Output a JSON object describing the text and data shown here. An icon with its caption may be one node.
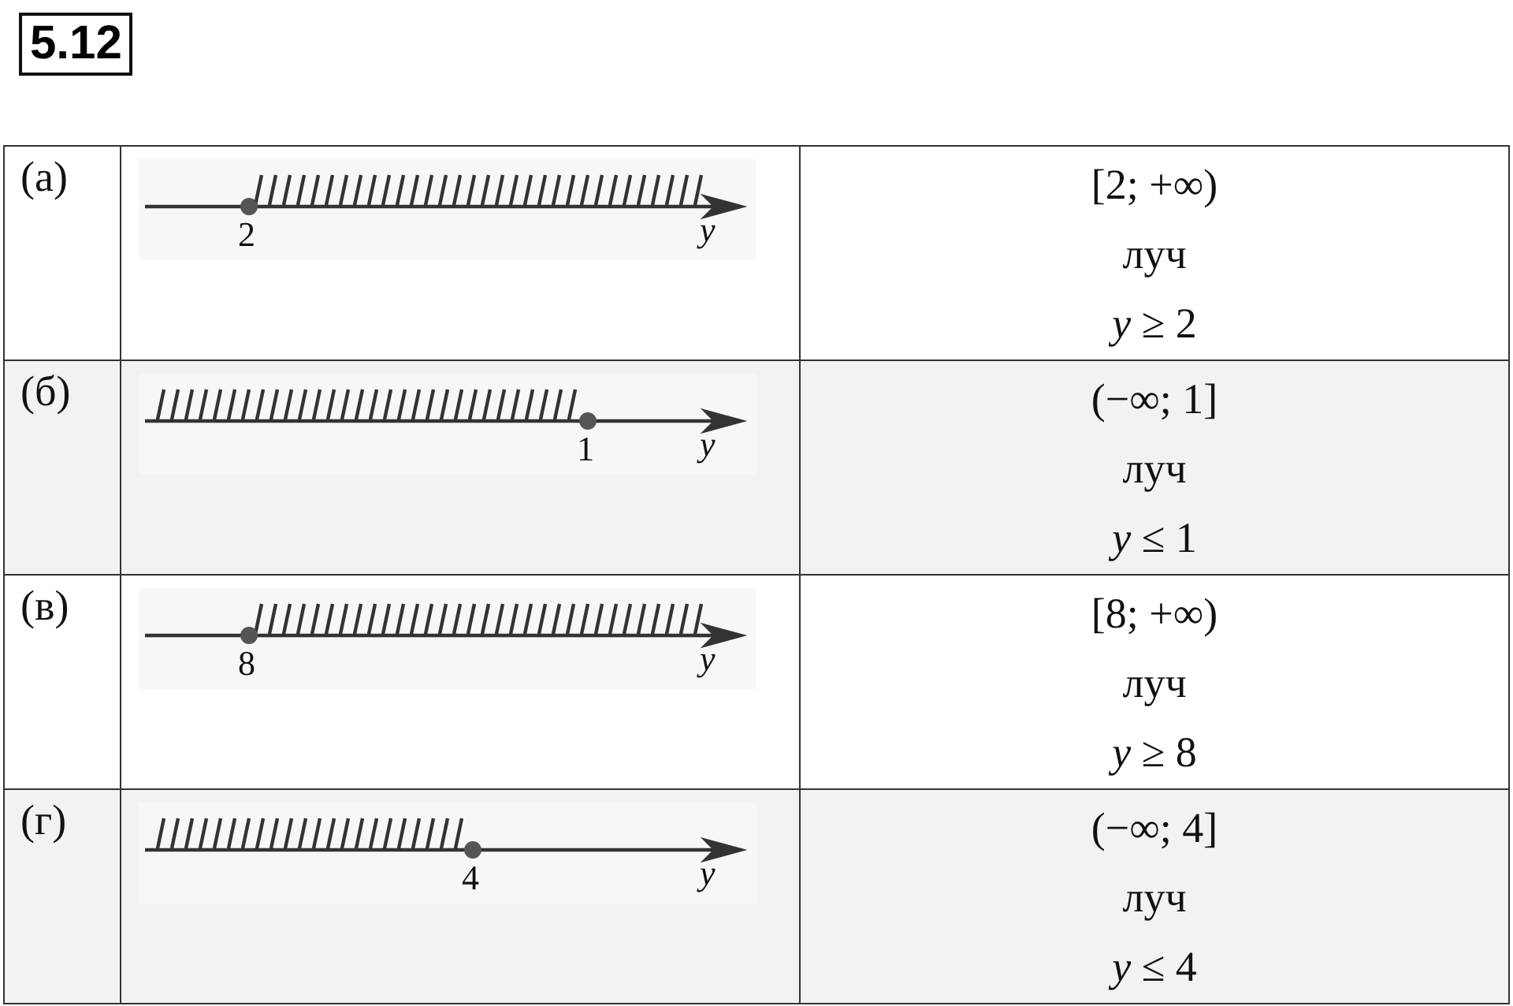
{
  "diagram": {
    "title": "5.12",
    "labels": [
      "(а)",
      "2",
      "y",
      "[2; +∞)",
      "луч",
      "*y* ≥ 2",
      "(б)",
      "1",
      "y",
      "(−∞; 1]",
      "луч",
      "*y* ≤ 1",
      "(в)",
      "8",
      "y",
      "[8; +∞)",
      "луч",
      "*y* ≥ 8",
      "(г)",
      "4",
      "y",
      "(−∞; 4]",
      "луч",
      "*y* ≤ 4"
    ]
  }
}
